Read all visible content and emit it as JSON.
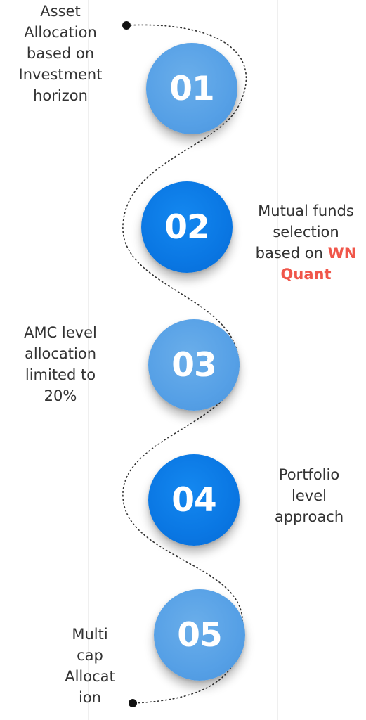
{
  "steps": [
    {
      "number": "01",
      "label": [
        "Asset",
        "Allocation",
        "based on",
        "Investment",
        "horizon"
      ]
    },
    {
      "number": "02",
      "label": [
        "Mutual funds",
        "selection",
        "based on "
      ],
      "highlight": [
        "WN",
        "Quant"
      ]
    },
    {
      "number": "03",
      "label": [
        "AMC level",
        "allocation",
        "limited to",
        "20%"
      ]
    },
    {
      "number": "04",
      "label": [
        "Portfolio",
        "level",
        "approach"
      ]
    },
    {
      "number": "05",
      "label": [
        "Multi",
        "cap",
        "Allocat",
        "ion"
      ]
    }
  ],
  "colors": {
    "circle_light": "#56a0e6",
    "circle_dark": "#0a77e3",
    "highlight": "#f0564a",
    "text": "#333333",
    "connector": "#333333"
  }
}
